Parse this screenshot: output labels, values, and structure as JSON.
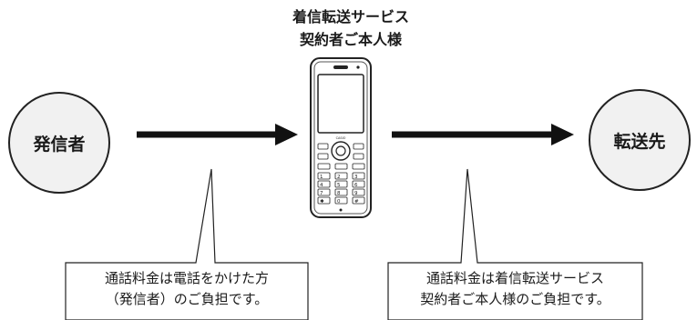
{
  "caller": {
    "label": "発信者"
  },
  "destination": {
    "label": "転送先"
  },
  "subscriber": {
    "line1": "着信転送サービス",
    "line2": "契約者ご本人様"
  },
  "note_left": {
    "line1": "通話料金は電話をかけた方",
    "line2": "（発信者）のご負担です。"
  },
  "note_right": {
    "line1": "通話料金は着信転送サービス",
    "line2": "契約者ご本人様のご負担です。"
  },
  "phone": {
    "brand": "CASIO",
    "keys": [
      "1",
      "2",
      "3",
      "4",
      "5",
      "6",
      "7",
      "8",
      "9",
      "✱",
      "0",
      "#"
    ]
  },
  "colors": {
    "circle_fill": "#f1f1f1",
    "stroke": "#222222"
  }
}
